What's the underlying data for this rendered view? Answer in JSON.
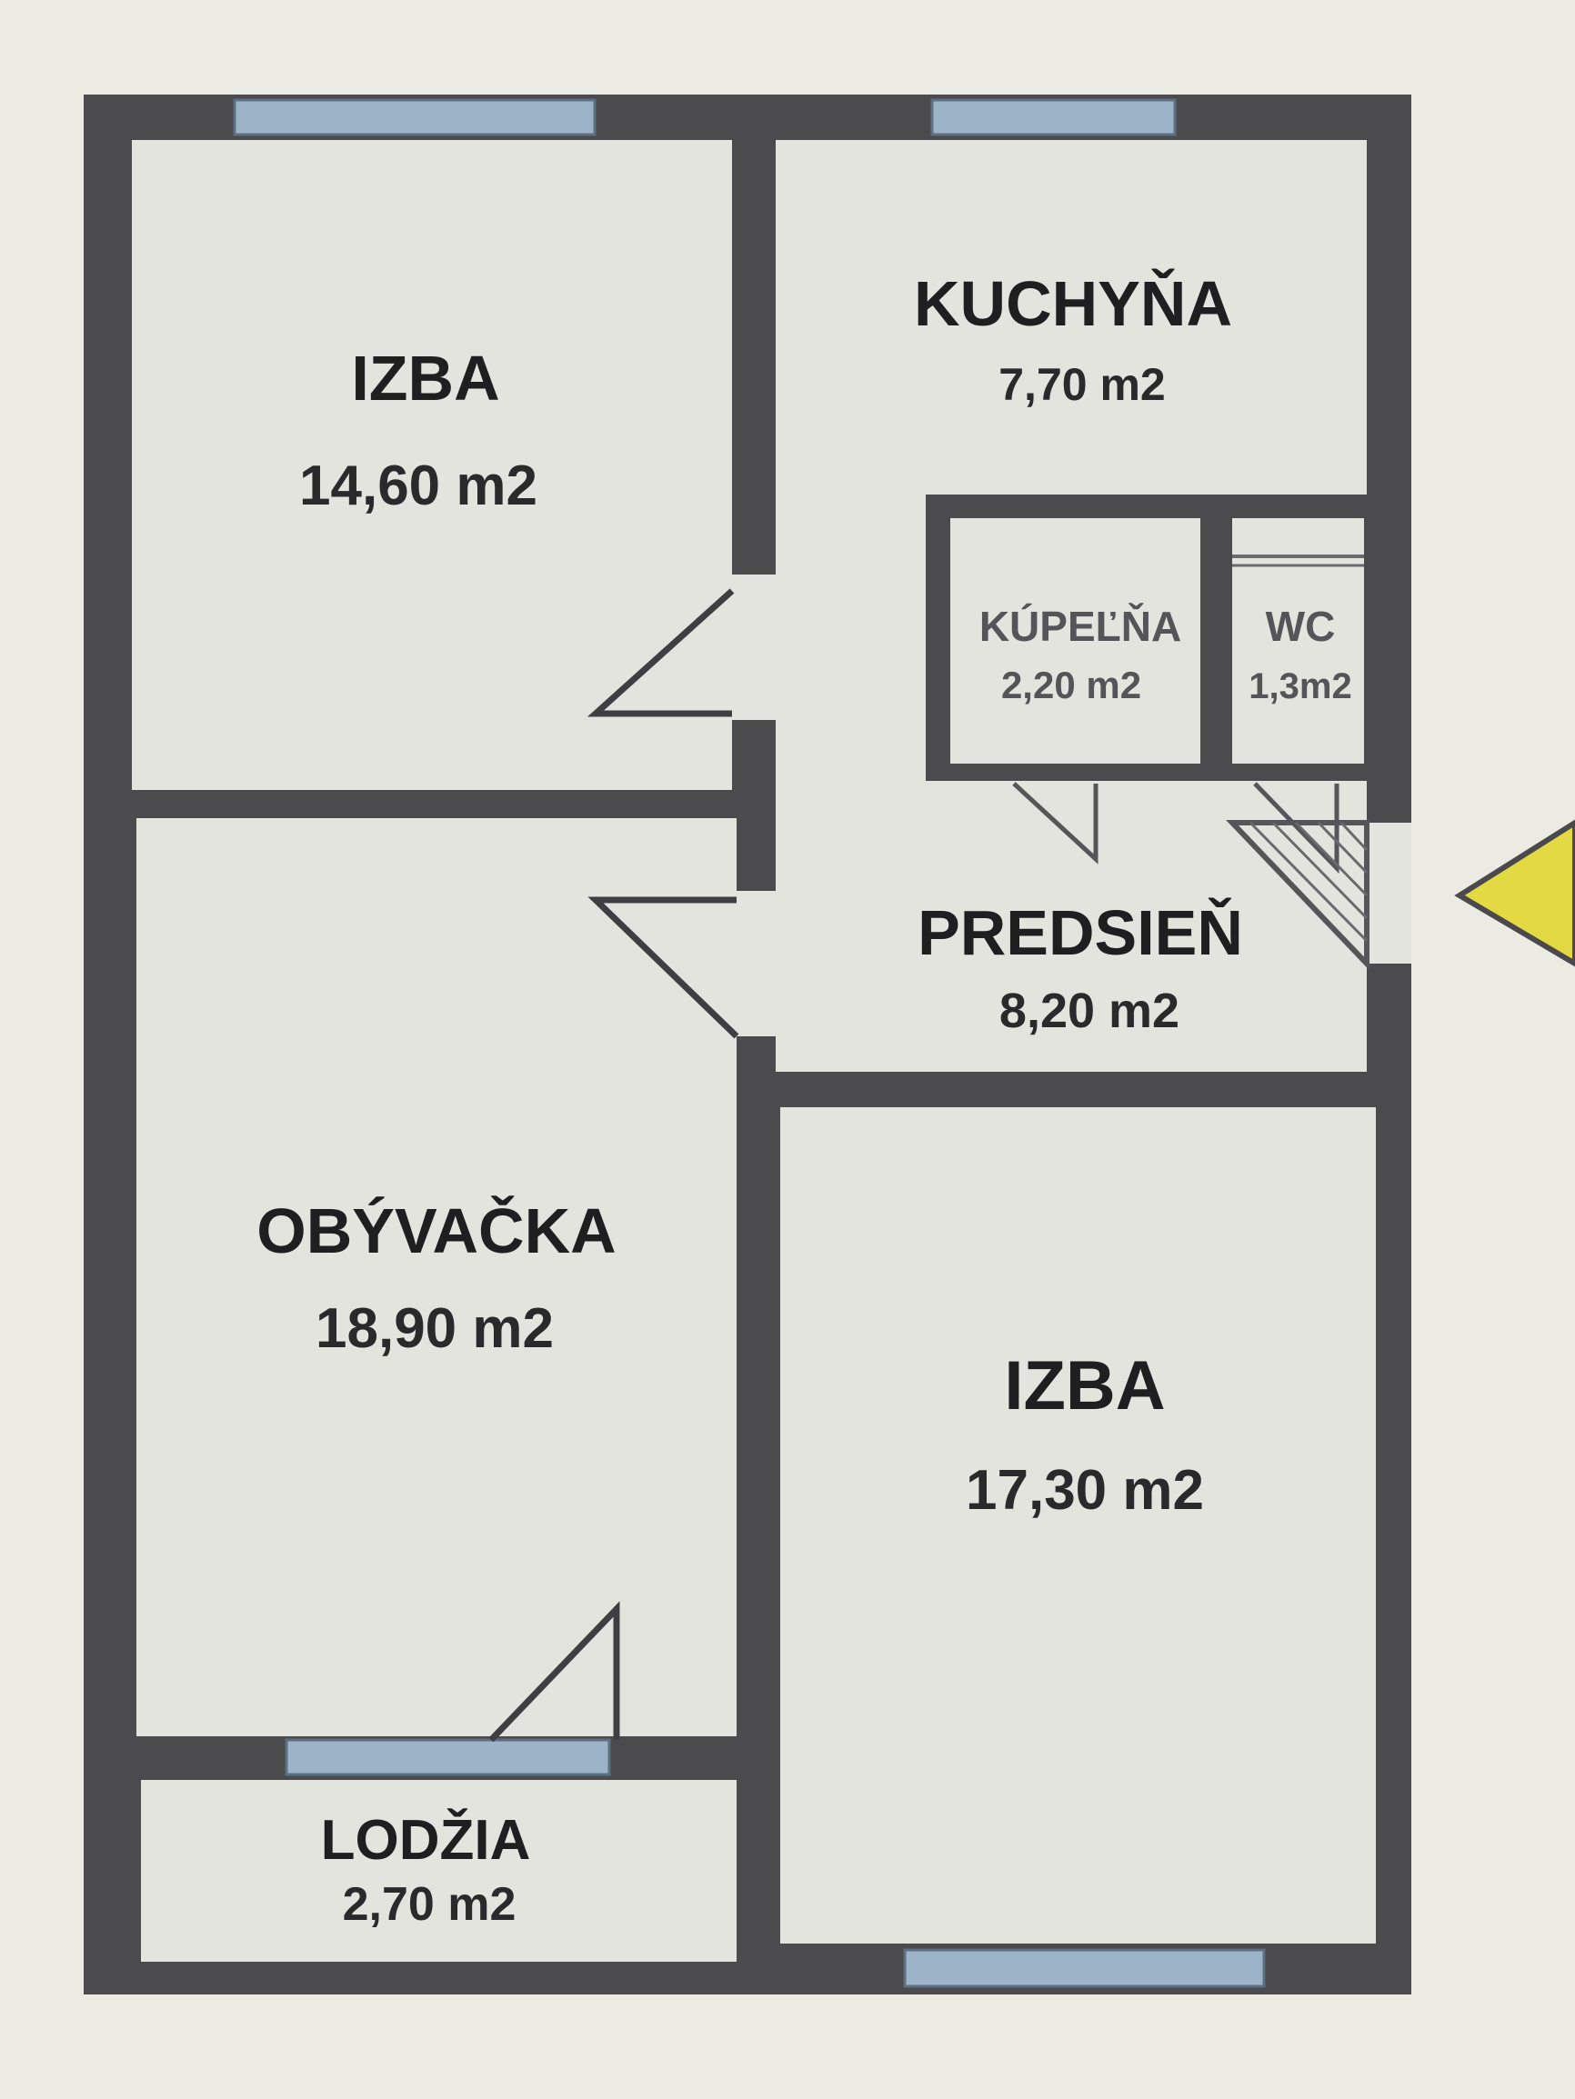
{
  "rooms": {
    "izba_top": {
      "name": "IZBA",
      "area": "14,60 m2"
    },
    "kuchyna": {
      "name": "KUCHYŇA",
      "area": "7,70 m2"
    },
    "kupelna": {
      "name": "KÚPEĽŇA",
      "area": "2,20 m2"
    },
    "wc": {
      "name": "WC",
      "area": "1,3m2"
    },
    "predsien": {
      "name": "PREDSIEŇ",
      "area": "8,20 m2"
    },
    "obyvacka": {
      "name": "OBÝVAČKA",
      "area": "18,90 m2"
    },
    "izba_bottom": {
      "name": "IZBA",
      "area": "17,30 m2"
    },
    "lodzia": {
      "name": "LODŽIA",
      "area": "2,70 m2"
    }
  },
  "colors": {
    "wall": "#4b4b4e",
    "window": "#9db4c8",
    "floor": "#e4e4de",
    "entrance_arrow": "#e2d943"
  }
}
